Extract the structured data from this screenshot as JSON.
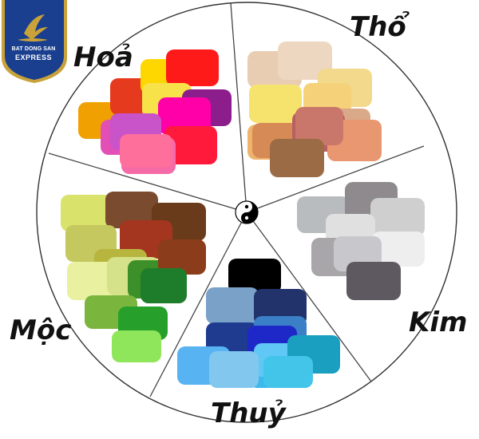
{
  "wheel": {
    "segments": [
      {
        "name": "hoa",
        "label": "Hoả",
        "swatches": [
          "#f0a000",
          "#e63a1e",
          "#ffd700",
          "#ff1a1a",
          "#f7e24a",
          "#8b1e8b",
          "#ff00a8",
          "#e24fb5",
          "#c953c9",
          "#ff1a3c",
          "#f56ba8",
          "#ff6f9c"
        ]
      },
      {
        "name": "tho",
        "label": "Thổ",
        "swatches": [
          "#e9cdb3",
          "#eed7c1",
          "#f2d98c",
          "#f5e36d",
          "#f5d27a",
          "#efb36b",
          "#d9a98a",
          "#d68a55",
          "#b85f62",
          "#e89770",
          "#c9776a",
          "#9b6b45"
        ]
      },
      {
        "name": "kim",
        "label": "Kim",
        "swatches": [
          "#b9bcbf",
          "#8e8a8e",
          "#cfcfcf",
          "#e0e0e0",
          "#eeeeee",
          "#a9a6a9",
          "#c8c8cc",
          "#5e5960"
        ]
      },
      {
        "name": "thuy",
        "label": "Thuỷ",
        "swatches": [
          "#000000",
          "#7aa2c9",
          "#22336b",
          "#1e3b8f",
          "#3b7fc6",
          "#1e28c8",
          "#58b3f2",
          "#3db9ec",
          "#60c8f5",
          "#1a9fc0",
          "#43c5ea",
          "#82c8ee"
        ]
      },
      {
        "name": "moc",
        "label": "Mộc",
        "swatches": [
          "#d9e36b",
          "#7a4b2e",
          "#6a3b1a",
          "#c5c85e",
          "#a4351f",
          "#b8b53f",
          "#e9f0a0",
          "#d5e289",
          "#3d8f2a",
          "#8b3d1b",
          "#7ab63d",
          "#27a02b",
          "#90e65a",
          "#1e7d2a"
        ]
      }
    ]
  },
  "center_icon": "yin-yang-icon",
  "logo": {
    "line1": "BAT DONG SAN",
    "line2": "EXPRESS",
    "color": "#1a3f8f",
    "accent": "#c9a23a"
  }
}
